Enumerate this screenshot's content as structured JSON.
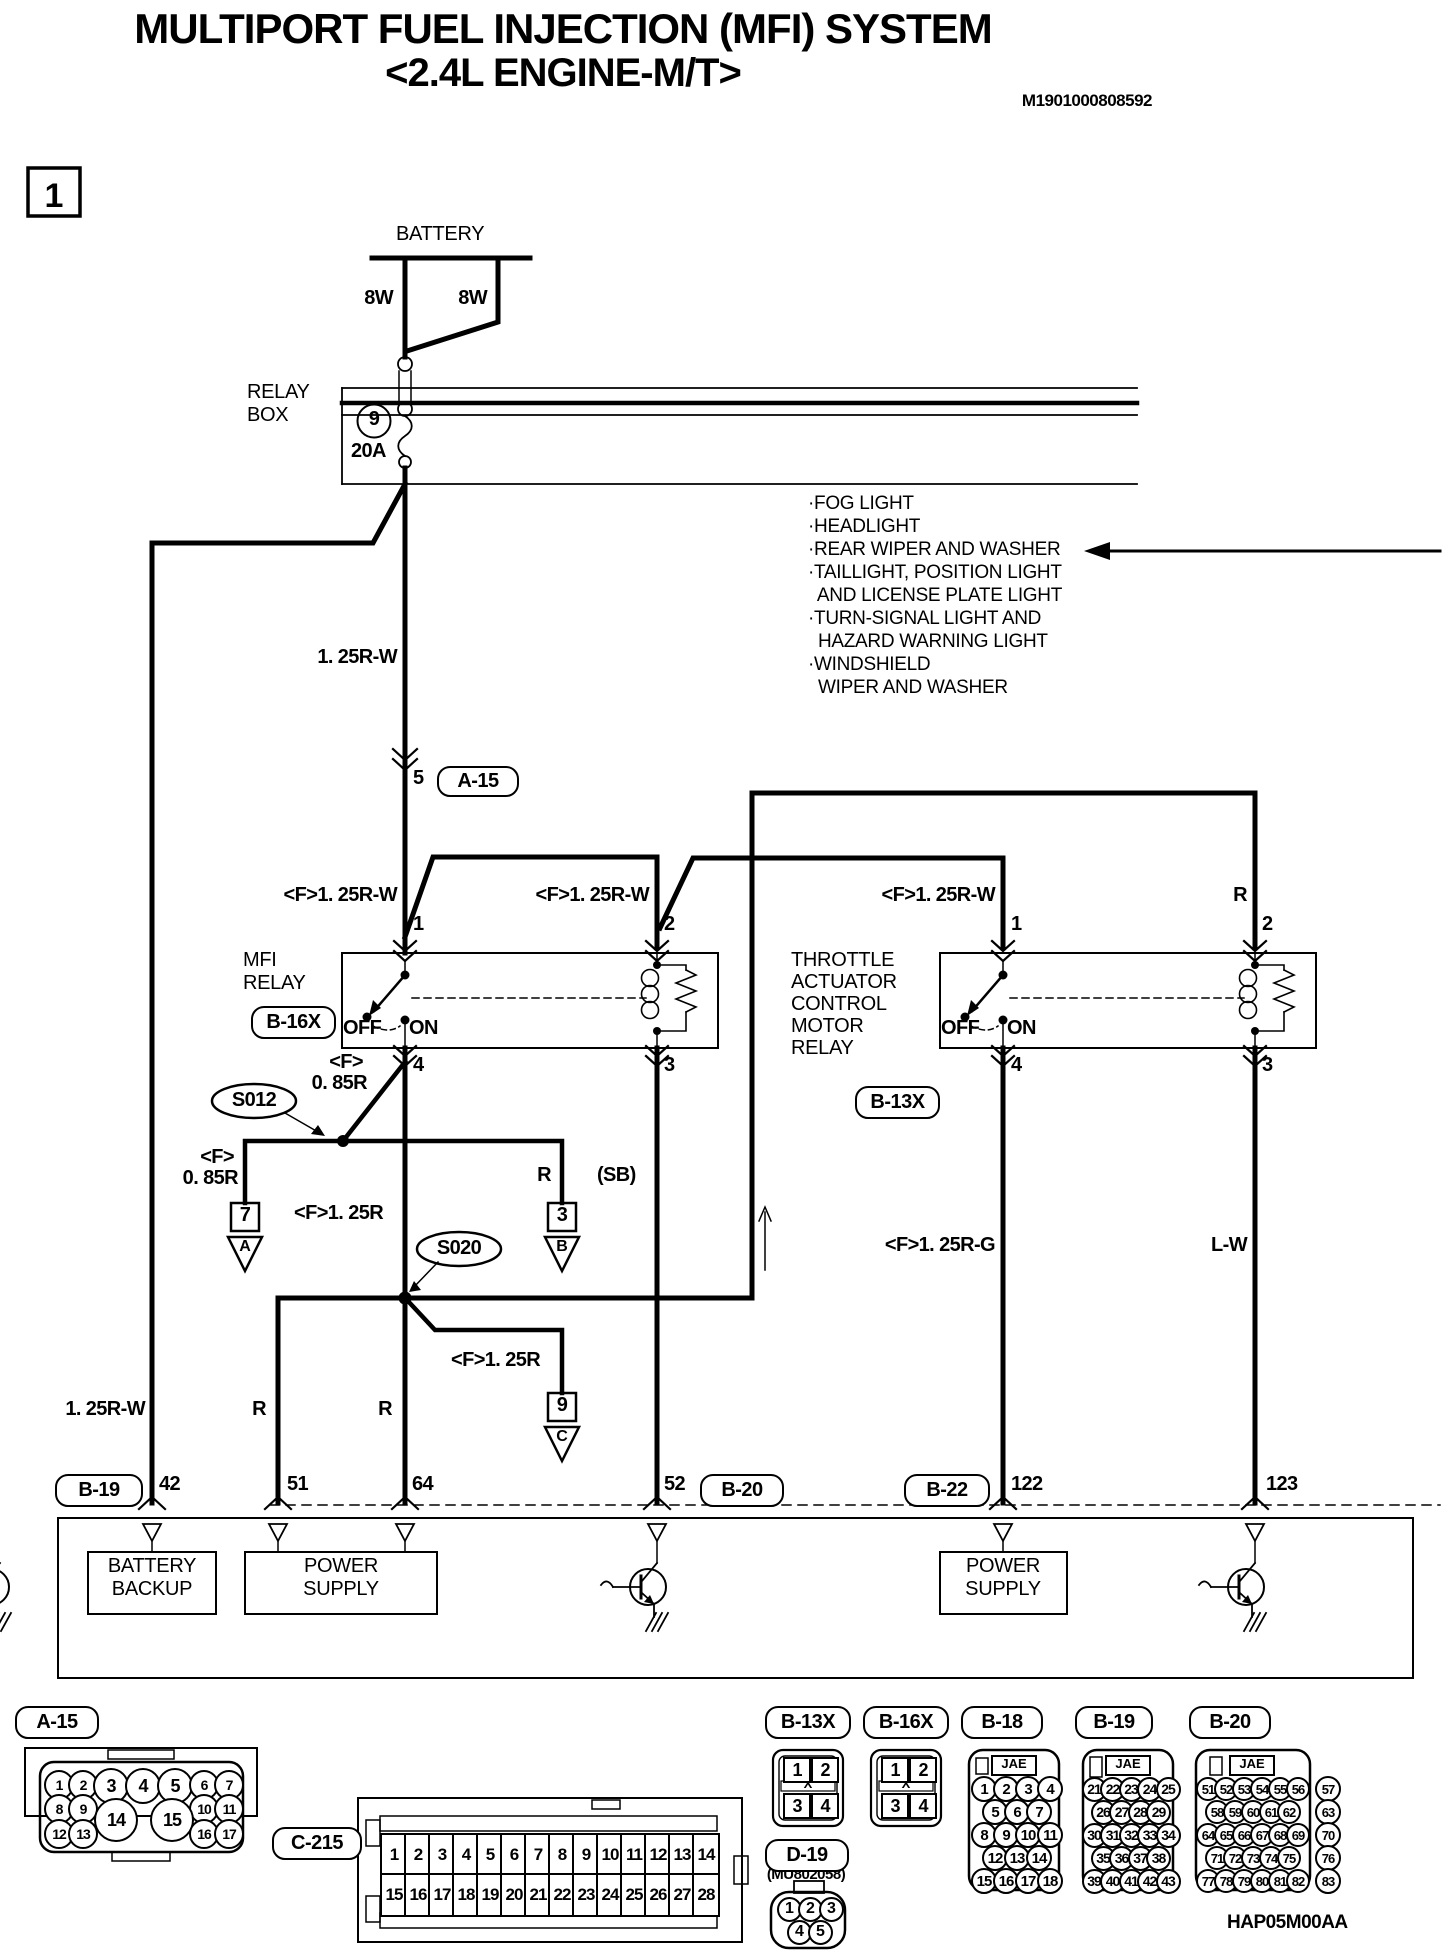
{
  "header": {
    "title_line1": "MULTIPORT FUEL INJECTION (MFI) SYSTEM",
    "title_line2": "<2.4L ENGINE-M/T>",
    "doc_number": "M1901000808592",
    "sheet_number": "1"
  },
  "battery": {
    "label": "BATTERY",
    "wire_left": "8W",
    "wire_right": "8W"
  },
  "relay_box": {
    "name_line1": "RELAY",
    "name_line2": "BOX",
    "fuse_number": "9",
    "fuse_rating": "20A"
  },
  "loads": [
    "·FOG LIGHT",
    "·HEADLIGHT",
    "·REAR WIPER AND WASHER",
    "·TAILLIGHT, POSITION LIGHT",
    "  AND LICENSE PLATE LIGHT",
    "·TURN-SIGNAL LIGHT AND",
    "  HAZARD WARNING LIGHT",
    "·WINDSHIELD",
    "  WIPER AND WASHER"
  ],
  "inline_connector": {
    "pin": "5",
    "id": "A-15"
  },
  "wires": {
    "battery_main": "1. 25R-W",
    "mfi_pin1": "<F>1. 25R-W",
    "mfi_pin2": "<F>1. 25R-W",
    "tac_pin1": "<F>1. 25R-W",
    "tac_pin2": "R",
    "s012_feed_f": "<F>",
    "s012_feed": "0. 85R",
    "term7_f": "<F>",
    "term7": "0. 85R",
    "term3": "R",
    "term3_sb": "(SB)",
    "s020_feed": "<F>1. 25R",
    "term9": "<F>1. 25R",
    "tac_pin4": "<F>1. 25R-G",
    "tac_pin3": "L-W",
    "ecu42": "1. 25R-W",
    "ecu51": "R",
    "ecu64": "R"
  },
  "relay_pins": {
    "mfi_1": "1",
    "mfi_2": "2",
    "mfi_3": "3",
    "mfi_4": "4",
    "tac_1": "1",
    "tac_2": "2",
    "tac_3": "3",
    "tac_4": "4"
  },
  "mfi_relay": {
    "name_line1": "MFI",
    "name_line2": "RELAY",
    "connector_id": "B-16X",
    "off": "OFF",
    "on": "ON"
  },
  "tac_relay": {
    "name_line1": "THROTTLE",
    "name_line2": "ACTUATOR",
    "name_line3": "CONTROL",
    "name_line4": "MOTOR",
    "name_line5": "RELAY",
    "connector_id": "B-13X",
    "off": "OFF",
    "on": "ON"
  },
  "splices": {
    "s012": "S012",
    "s020": "S020"
  },
  "terminals": {
    "t7": {
      "pin": "7",
      "letter": "A"
    },
    "t3": {
      "pin": "3",
      "letter": "B"
    },
    "t9": {
      "pin": "9",
      "letter": "C"
    }
  },
  "ecu": {
    "left_connector_id": "B-19",
    "mid_connector_id": "B-20",
    "right_connector_id": "B-22",
    "pin42": "42",
    "pin51": "51",
    "pin64": "64",
    "pin52": "52",
    "pin122": "122",
    "pin123": "123",
    "battery_backup_line1": "BATTERY",
    "battery_backup_line2": "BACKUP",
    "power_supply1_line1": "POWER",
    "power_supply1_line2": "SUPPLY",
    "power_supply2_line1": "POWER",
    "power_supply2_line2": "SUPPLY"
  },
  "connectors": {
    "a15": {
      "id": "A-15",
      "pins": [
        "1",
        "2",
        "3",
        "4",
        "5",
        "6",
        "7",
        "8",
        "9",
        "10",
        "11",
        "12",
        "13",
        "14",
        "15",
        "16",
        "17"
      ]
    },
    "c215": {
      "id": "C-215",
      "rows": [
        [
          "1",
          "2",
          "3",
          "4",
          "5",
          "6",
          "7",
          "8",
          "9",
          "10",
          "11",
          "12",
          "13",
          "14"
        ],
        [
          "15",
          "16",
          "17",
          "18",
          "19",
          "20",
          "21",
          "22",
          "23",
          "24",
          "25",
          "26",
          "27",
          "28"
        ]
      ]
    },
    "b13x": {
      "id": "B-13X",
      "cells": [
        "1",
        "2",
        "3",
        "4"
      ],
      "mark": "X"
    },
    "b16x": {
      "id": "B-16X",
      "cells": [
        "1",
        "2",
        "3",
        "4"
      ],
      "mark": "X"
    },
    "d19": {
      "id": "D-19",
      "part_number": "(MU802058)",
      "rows": [
        [
          "1",
          "2",
          "3"
        ],
        [
          "4",
          "5"
        ]
      ]
    },
    "b18": {
      "id": "B-18",
      "maker": "JAE",
      "rows": [
        [
          "1",
          "2",
          "3",
          "4"
        ],
        [
          "5",
          "6",
          "7"
        ],
        [
          "8",
          "9",
          "10",
          "11"
        ],
        [
          "12",
          "13",
          "14"
        ],
        [
          "15",
          "16",
          "17",
          "18"
        ]
      ]
    },
    "b19": {
      "id": "B-19",
      "maker": "JAE",
      "rows": [
        [
          "21",
          "22",
          "23",
          "24",
          "25"
        ],
        [
          "26",
          "27",
          "28",
          "29"
        ],
        [
          "30",
          "31",
          "32",
          "33",
          "34"
        ],
        [
          "35",
          "36",
          "37",
          "38"
        ],
        [
          "39",
          "40",
          "41",
          "42",
          "43"
        ]
      ]
    },
    "b20": {
      "id": "B-20",
      "maker": "JAE",
      "rows": [
        [
          "51",
          "52",
          "53",
          "54",
          "55",
          "56"
        ],
        [
          "58",
          "59",
          "60",
          "61",
          "62"
        ],
        [
          "64",
          "65",
          "66",
          "67",
          "68",
          "69"
        ],
        [
          "71",
          "72",
          "73",
          "74",
          "75"
        ],
        [
          "77",
          "78",
          "79",
          "80",
          "81",
          "82"
        ]
      ],
      "side_pins": [
        "57",
        "63",
        "70",
        "76",
        "83"
      ]
    }
  },
  "footer": {
    "code": "HAP05M00AA"
  }
}
